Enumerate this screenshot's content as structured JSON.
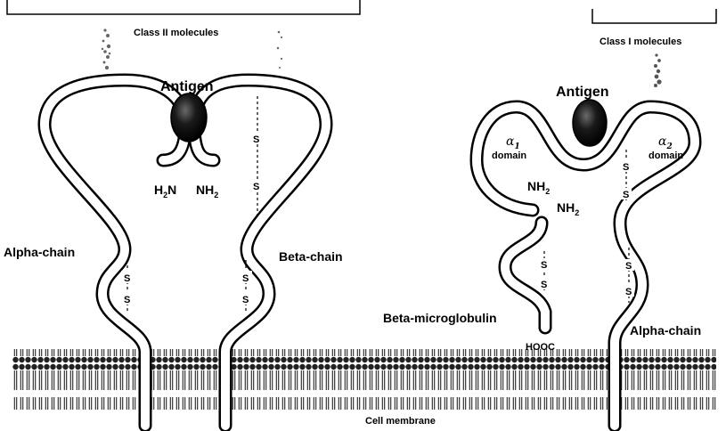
{
  "labels": {
    "class2": "Class II molecules",
    "class1": "Class I molecules",
    "antigen_left": "Antigen",
    "antigen_right": "Antigen",
    "h2n_left_prefix": "H",
    "h2n_left_sub": "2",
    "h2n_left_suffix": "N",
    "nh2_left_prefix": "NH",
    "nh2_left_sub": "2",
    "alpha_chain_left": "Alpha-chain",
    "beta_chain": "Beta-chain",
    "alpha1_symbol": "α",
    "alpha1_sub": "1",
    "alpha1_domain": "domain",
    "alpha2_symbol": "α",
    "alpha2_sub": "2",
    "alpha2_domain": "domain",
    "nh2_r1_prefix": "NH",
    "nh2_r1_sub": "2",
    "nh2_r2_prefix": "NH",
    "nh2_r2_sub": "2",
    "beta_microglobulin": "Beta-microglobulin",
    "hooc": "HOOC",
    "alpha_chain_right": "Alpha-chain",
    "cell_membrane": "Cell membrane",
    "s": "S"
  }
}
